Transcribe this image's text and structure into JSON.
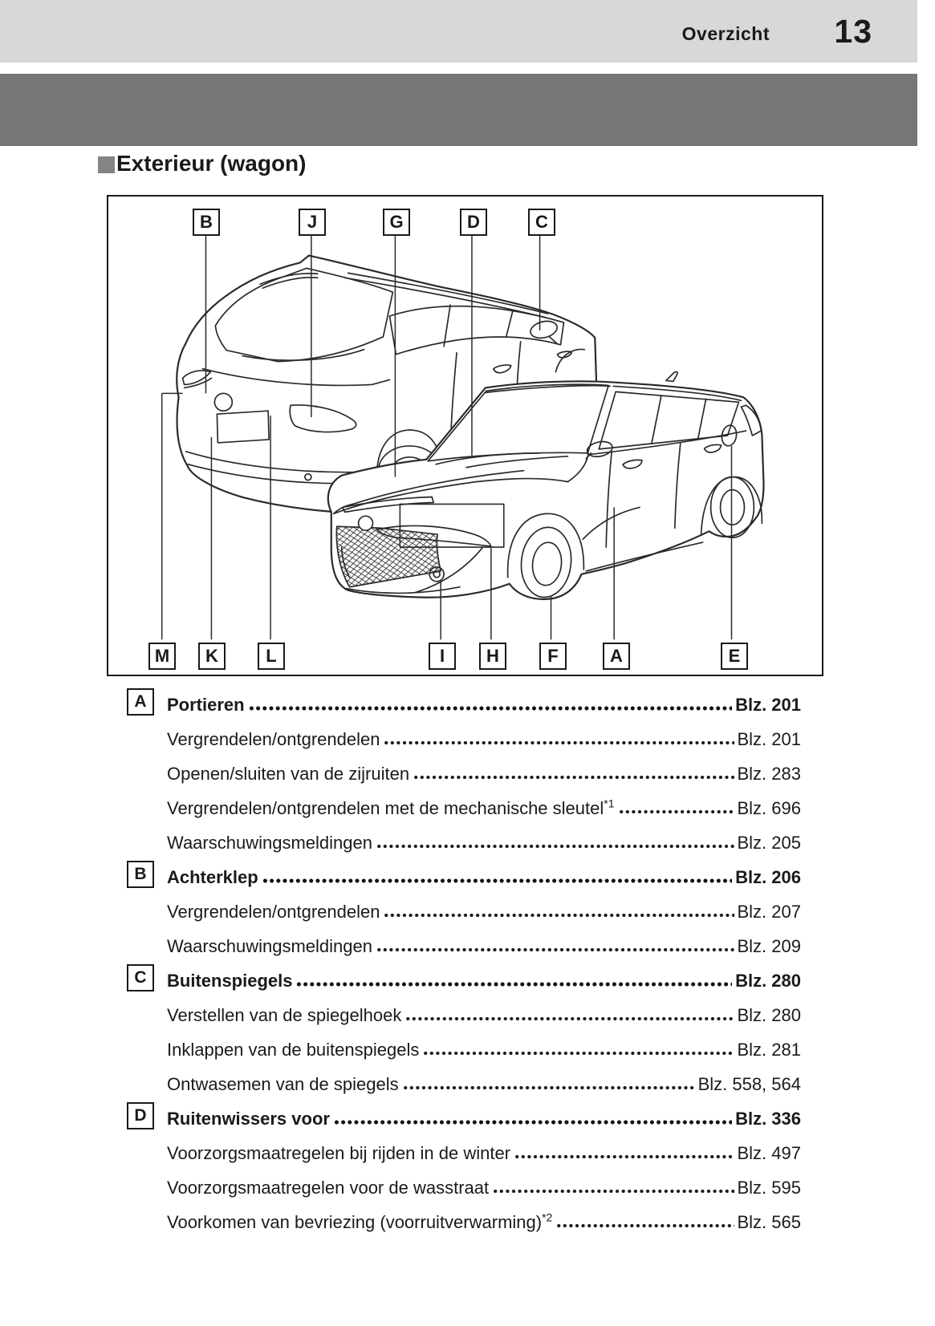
{
  "header": {
    "chapter": "Overzicht",
    "page_number": "13"
  },
  "section": {
    "title": "Exterieur (wagon)"
  },
  "diagram": {
    "top_labels": [
      "B",
      "J",
      "G",
      "D",
      "C"
    ],
    "bottom_labels": [
      "M",
      "K",
      "L",
      "I",
      "H",
      "F",
      "A",
      "E"
    ]
  },
  "toc": {
    "sections": [
      {
        "letter": "A",
        "title": "Portieren",
        "page": "Blz. 201",
        "items": [
          {
            "text": "Vergrendelen/ontgrendelen",
            "page": "Blz. 201"
          },
          {
            "text": "Openen/sluiten van de zijruiten",
            "page": "Blz. 283"
          },
          {
            "text": "Vergrendelen/ontgrendelen met de mechanische sleutel",
            "sup": "*1",
            "page": "Blz. 696"
          },
          {
            "text": "Waarschuwingsmeldingen",
            "page": "Blz. 205"
          }
        ]
      },
      {
        "letter": "B",
        "title": "Achterklep",
        "page": "Blz. 206",
        "items": [
          {
            "text": "Vergrendelen/ontgrendelen",
            "page": "Blz. 207"
          },
          {
            "text": "Waarschuwingsmeldingen",
            "page": "Blz. 209"
          }
        ]
      },
      {
        "letter": "C",
        "title": "Buitenspiegels",
        "page": "Blz. 280",
        "items": [
          {
            "text": "Verstellen van de spiegelhoek",
            "page": "Blz. 280"
          },
          {
            "text": "Inklappen van de buitenspiegels",
            "page": "Blz. 281"
          },
          {
            "text": "Ontwasemen van de spiegels",
            "page": "Blz. 558, 564"
          }
        ]
      },
      {
        "letter": "D",
        "title": "Ruitenwissers voor",
        "page": "Blz. 336",
        "items": [
          {
            "text": "Voorzorgsmaatregelen bij rijden in de winter",
            "page": "Blz. 497"
          },
          {
            "text": "Voorzorgsmaatregelen voor de wasstraat",
            "page": "Blz. 595"
          },
          {
            "text": "Voorkomen van bevriezing (voorruitverwarming)",
            "sup": "*2",
            "page": "Blz. 565"
          }
        ]
      }
    ]
  },
  "colors": {
    "header_bg": "#d8d8d8",
    "banner_bg": "#767676",
    "bullet": "#848484",
    "ink": "#1a1a1a"
  }
}
